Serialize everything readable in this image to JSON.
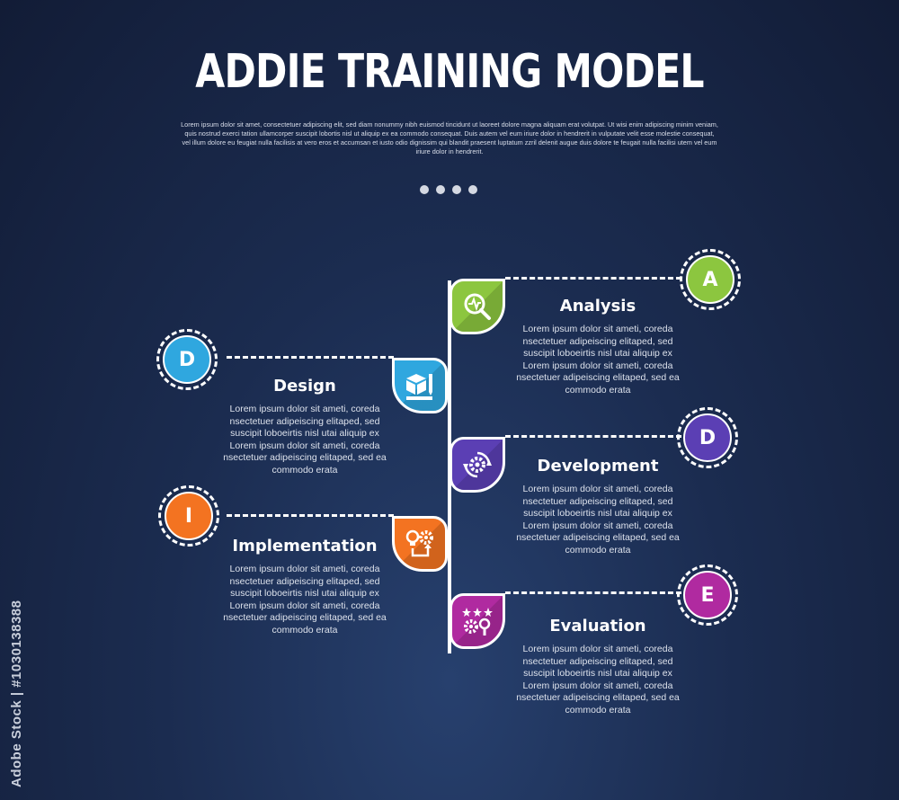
{
  "title": "ADDIE TRAINING MODEL",
  "intro": "Lorem ipsum dolor sit amet, consectetuer adipiscing elit, sed diam nonummy nibh euismod tincidunt ut laoreet dolore magna aliquam erat volutpat. Ut wisi enim adipiscing minim veniam, quis nostrud exerci tation ullamcorper suscipit lobortis nisl ut aliquip ex ea commodo consequat. Duis autem vel eum iriure dolor in hendrerit in vulputate velit esse molestie consequat, vel illum dolore eu feugiat nulla facilisis at vero eros et accumsan et iusto odio dignissim qui blandit praesent luptatum zzril delenit augue duis dolore te feugait nulla facilisi utem vel eum iriure dolor in hendrerit.",
  "steps": {
    "analysis": {
      "letter": "A",
      "label": "Analysis",
      "body": "Lorem ipsum dolor sit ameti, coreda nsectetuer adipeiscing elitaped, sed suscipit loboeirtis nisl utai aliquip ex Lorem ipsum dolor sit ameti, coreda nsectetuer adipeiscing elitaped, sed ea commodo erata",
      "color": "#8cc63f",
      "icon": "magnifier-chart-icon"
    },
    "design": {
      "letter": "D",
      "label": "Design",
      "body": "Lorem ipsum dolor sit ameti, coreda nsectetuer adipeiscing elitaped, sed suscipit loboeirtis nisl utai aliquip ex Lorem ipsum dolor sit ameti, coreda nsectetuer adipeiscing elitaped, sed ea commodo erata",
      "color": "#2fa7df",
      "icon": "cube-ruler-pencil-icon"
    },
    "development": {
      "letter": "D",
      "label": "Development",
      "body": "Lorem ipsum dolor sit ameti, coreda nsectetuer adipeiscing elitaped, sed suscipit loboeirtis nisl utai aliquip ex Lorem ipsum dolor sit ameti, coreda nsectetuer adipeiscing elitaped, sed ea commodo erata",
      "color": "#5b3fb4",
      "icon": "gear-cycle-icon"
    },
    "implementation": {
      "letter": "I",
      "label": "Implementation",
      "body": "Lorem ipsum dolor sit ameti, coreda nsectetuer adipeiscing elitaped, sed suscipit loboeirtis nisl utai aliquip ex Lorem ipsum dolor sit ameti, coreda nsectetuer adipeiscing elitaped, sed ea commodo erata",
      "color": "#f37321",
      "icon": "bulb-gear-icon"
    },
    "evaluation": {
      "letter": "E",
      "label": "Evaluation",
      "body": "Lorem ipsum dolor sit ameti, coreda nsectetuer adipeiscing elitaped, sed suscipit loboeirtis nisl utai aliquip ex Lorem ipsum dolor sit ameti, coreda nsectetuer adipeiscing elitaped, sed ea commodo erata",
      "color": "#b02aa0",
      "icon": "stars-gear-search-icon"
    }
  },
  "watermark": "Adobe Stock | #1030138388"
}
